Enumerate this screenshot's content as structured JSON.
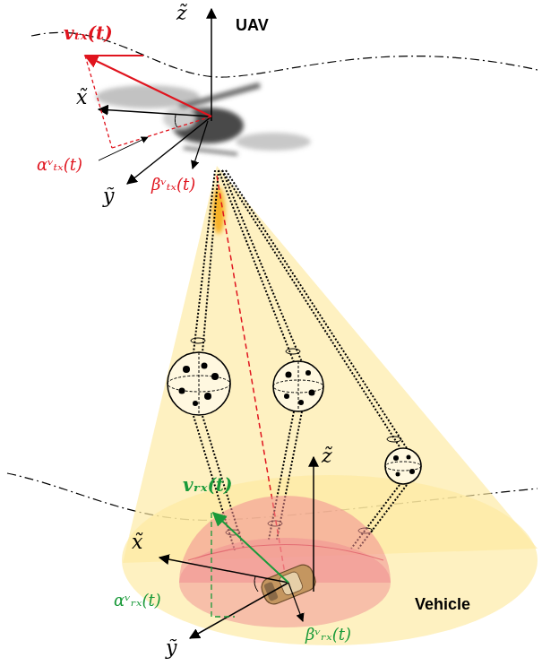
{
  "diagram": {
    "labels": [
      "UAV",
      "z̃",
      "vₜₓ(t)",
      "x̃",
      "αᵛₜₓ(t)",
      "βᵛₜₓ(t)",
      "ỹ",
      "z̃",
      "vᵣₓ(t)",
      "x̃",
      "αᵛᵣₓ(t)",
      "βᵛᵣₓ(t)",
      "ỹ",
      "Vehicle"
    ]
  }
}
